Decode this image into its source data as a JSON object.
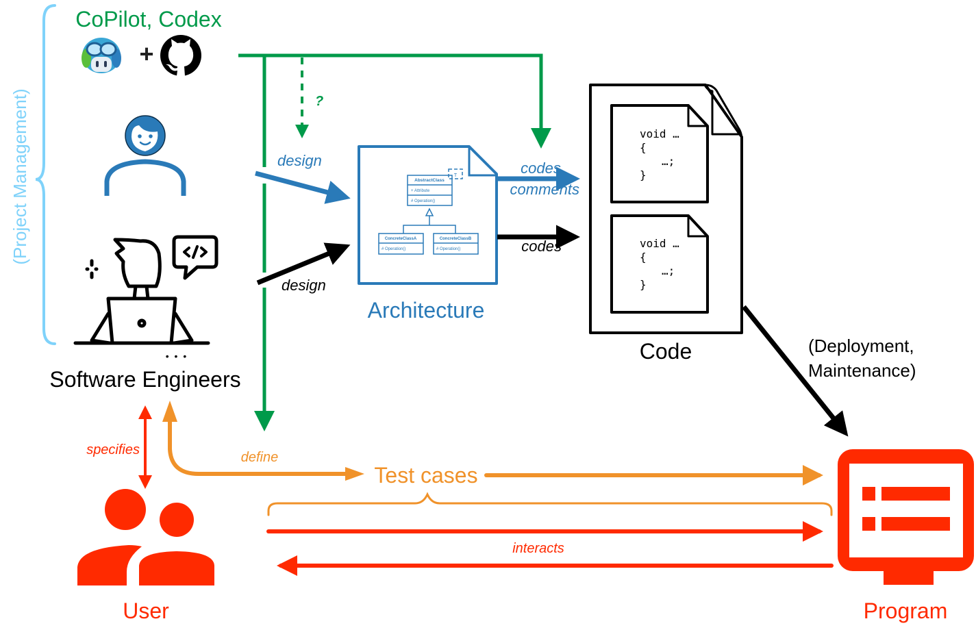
{
  "colors": {
    "green": "#009a4a",
    "blue": "#2a7ab8",
    "black": "#000000",
    "orange": "#f0922a",
    "red": "#ff2a00",
    "light_blue": "#7fd2fa"
  },
  "actors": {
    "ai": {
      "title": "CoPilot, Codex",
      "plus": "+",
      "icons": [
        "copilot-icon",
        "github-icon"
      ]
    },
    "manager": {
      "icon": "person-icon"
    },
    "engineers": {
      "title": "Software Engineers",
      "ellipsis": "• • •",
      "icon": "developer-laptop-icon"
    },
    "bracket_label": "(Project Management)",
    "user": {
      "title": "User",
      "icon": "users-icon"
    },
    "program": {
      "title": "Program",
      "icon": "monitor-list-icon"
    }
  },
  "artifacts": {
    "architecture": {
      "title": "Architecture",
      "uml": {
        "abstract_class": "AbstractClass",
        "template_param": "T",
        "attribute": "+ Attribute",
        "operation": "# Operation()",
        "concrete_a": "ConcreteClassA",
        "concrete_b": "ConcreteClassB",
        "concrete_op": "# Operation()"
      }
    },
    "code": {
      "title": "Code",
      "snippets": [
        {
          "line1": "void …",
          "line2": "{",
          "line3": "…;",
          "line4": "}"
        },
        {
          "line1": "void …",
          "line2": "{",
          "line3": "…;",
          "line4": "}"
        }
      ]
    },
    "test_cases": {
      "title": "Test cases"
    }
  },
  "edges": {
    "ai_question": "?",
    "manager_design": "design",
    "engineer_design": "design",
    "codes_comments_1": "codes,",
    "codes_comments_2": "comments",
    "codes": "codes",
    "deployment_1": "(Deployment,",
    "deployment_2": "Maintenance)",
    "specifies": "specifies",
    "define": "define",
    "interacts": "interacts"
  }
}
